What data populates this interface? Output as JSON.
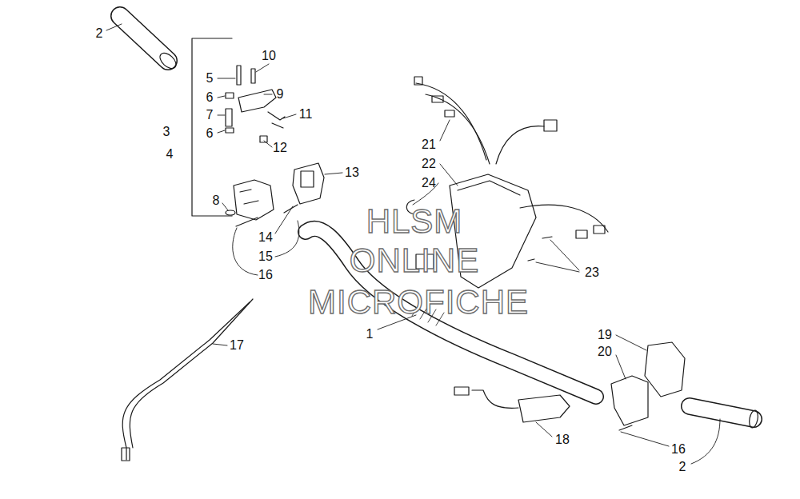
{
  "diagram": {
    "labels": [
      "2",
      "10",
      "5",
      "9",
      "6",
      "7",
      "11",
      "3",
      "6",
      "12",
      "4",
      "13",
      "21",
      "22",
      "24",
      "8",
      "14",
      "HLSM",
      "ONLINE",
      "23",
      "15",
      "16",
      "MICROFICHE",
      "17",
      "1",
      "19",
      "20",
      "18",
      "16",
      "2"
    ]
  }
}
